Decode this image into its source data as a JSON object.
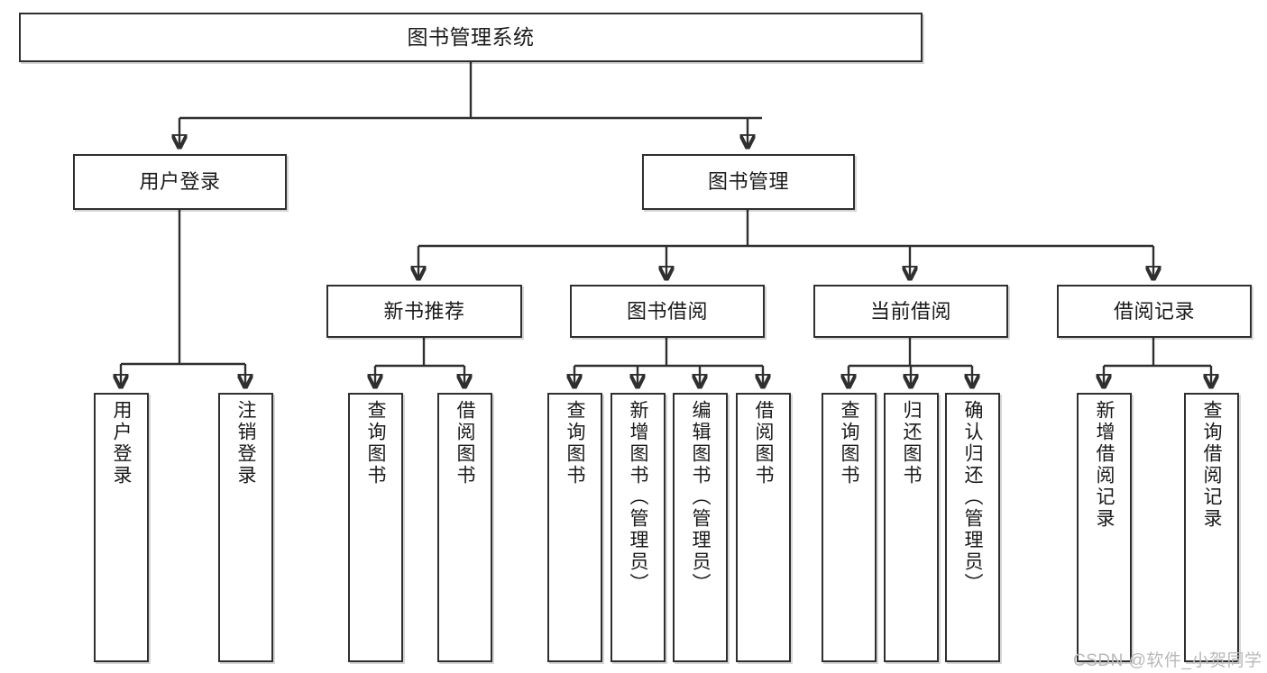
{
  "diagram": {
    "type": "tree",
    "title": "图书管理系统",
    "watermark": "CSDN @软件_小贺同学",
    "colors": {
      "box_border": "#2f2f2f",
      "box_fill": "#ffffff",
      "line": "#2f2f2f",
      "text": "#1a1a1a",
      "watermark": "#b9b9b9"
    },
    "nodes": {
      "root": {
        "label": "图书管理系统"
      },
      "level2": [
        {
          "label": "用户登录"
        },
        {
          "label": "图书管理"
        }
      ],
      "level3": [
        {
          "label": "新书推荐"
        },
        {
          "label": "图书借阅"
        },
        {
          "label": "当前借阅"
        },
        {
          "label": "借阅记录"
        }
      ],
      "leaves": {
        "user_login": [
          {
            "label": "用户登录"
          },
          {
            "label": "注销登录"
          }
        ],
        "new_book_recommend": [
          {
            "label": "查询图书"
          },
          {
            "label": "借阅图书"
          }
        ],
        "book_borrow": [
          {
            "label": "查询图书"
          },
          {
            "label": "新增图书（管理员）"
          },
          {
            "label": "编辑图书（管理员）"
          },
          {
            "label": "借阅图书"
          }
        ],
        "current_borrow": [
          {
            "label": "查询图书"
          },
          {
            "label": "归还图书"
          },
          {
            "label": "确认归还（管理员）"
          }
        ],
        "borrow_records": [
          {
            "label": "新增借阅记录"
          },
          {
            "label": "查询借阅记录"
          }
        ]
      }
    }
  }
}
